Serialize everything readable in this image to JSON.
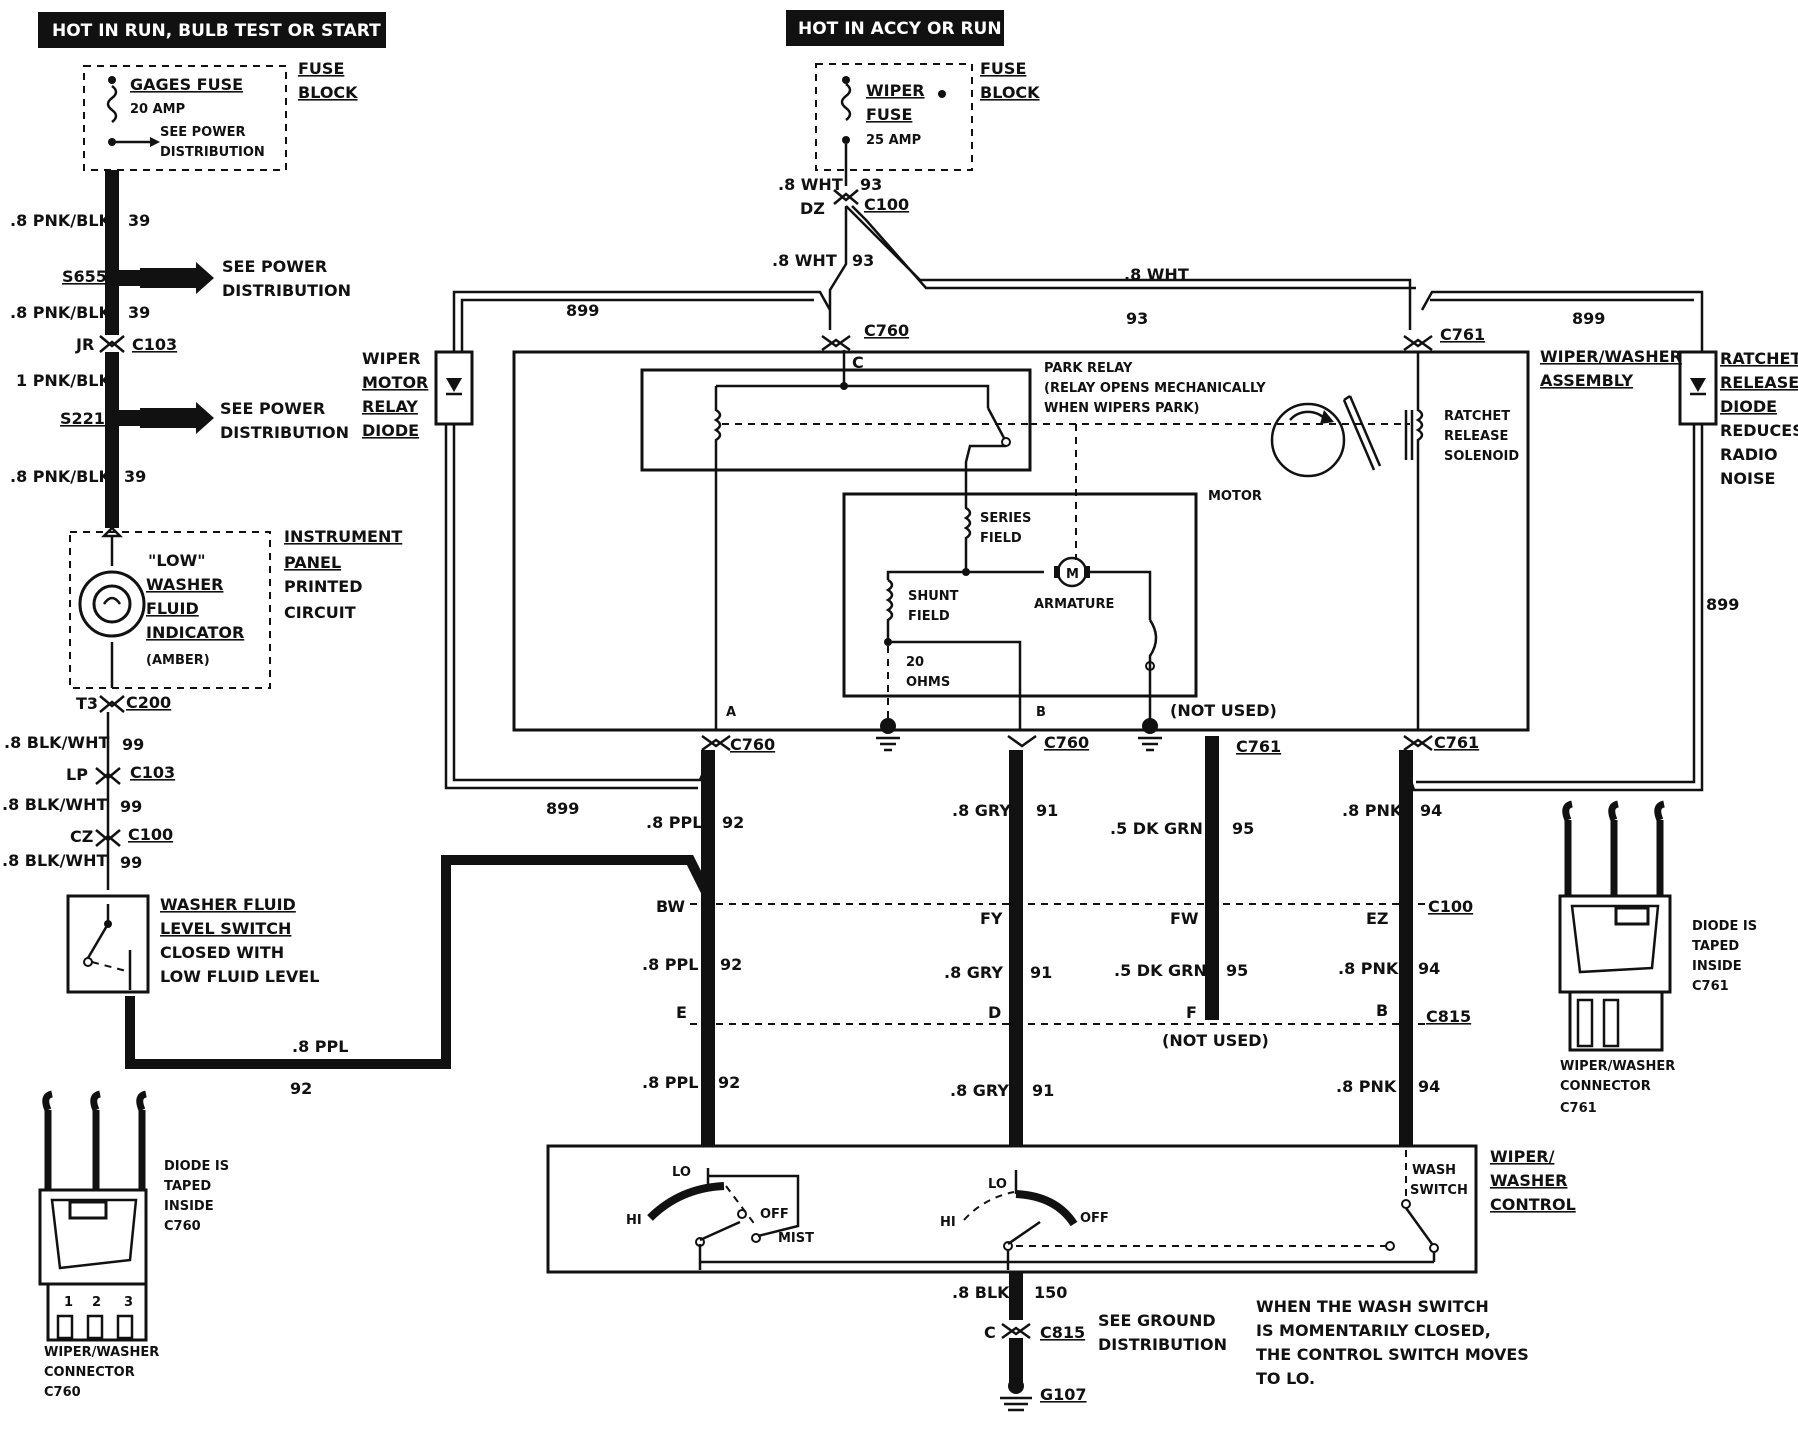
{
  "headers": {
    "left": "HOT IN RUN,   BULB TEST OR START",
    "center": "HOT IN ACCY OR RUN"
  },
  "gages_fuse": {
    "name": "GAGES FUSE",
    "rating": "20 AMP",
    "note_line1": "SEE POWER",
    "note_line2": "DISTRIBUTION",
    "block_line1": "FUSE",
    "block_line2": "BLOCK"
  },
  "wiper_fuse": {
    "name_line1": "WIPER",
    "name_line2": "FUSE",
    "rating": "25 AMP",
    "block_line1": "FUSE",
    "block_line2": "BLOCK"
  },
  "left_circuit": {
    "wire1": ".8 PNK/BLK",
    "num1": "39",
    "s655": "S655",
    "see_power_a1": "SEE POWER",
    "see_power_a2": "DISTRIBUTION",
    "wire2": ".8 PNK/BLK",
    "num2": "39",
    "jr": "JR",
    "c103a": "C103",
    "wire3": "1 PNK/BLK",
    "s221": "S221",
    "see_power_b1": "SEE POWER",
    "see_power_b2": "DISTRIBUTION",
    "wire4": ".8 PNK/BLK",
    "num4": "39",
    "ip_line1": "INSTRUMENT",
    "ip_line2": "PANEL",
    "ip_line3": "PRINTED",
    "ip_line4": "CIRCUIT",
    "ind_line1": "\"LOW\"",
    "ind_line2": "WASHER",
    "ind_line3": "FLUID",
    "ind_line4": "INDICATOR",
    "ind_line5": "(AMBER)",
    "t3": "T3",
    "c200": "C200",
    "wire5": ".8 BLK/WHT",
    "num5": "99",
    "lp": "LP",
    "c103b": "C103",
    "wire6": ".8 BLK/WHT",
    "num6": "99",
    "cz": "CZ",
    "c100": "C100",
    "wire7": ".8 BLK/WHT",
    "num7": "99",
    "sw_line1": "WASHER FLUID",
    "sw_line2": "LEVEL SWITCH",
    "sw_line3": "CLOSED WITH",
    "sw_line4": "LOW FLUID LEVEL",
    "ppl_wire": ".8 PPL",
    "ppl_num": "92"
  },
  "top_center": {
    "wht1": ".8 WHT",
    "n93a": "93",
    "dz": "DZ",
    "c100": "C100",
    "wht2": ".8 WHT",
    "n93b": "93",
    "wht3": ".8 WHT",
    "n93c": "93",
    "n899a": "899",
    "n899b": "899",
    "n899c": "899",
    "n899d": "899",
    "c760": "C760",
    "c761": "C761"
  },
  "motor_assembly": {
    "relay_diode_line1": "WIPER",
    "relay_diode_line2": "MOTOR",
    "relay_diode_line3": "RELAY",
    "relay_diode_line4": "DIODE",
    "park_relay_line1": "PARK RELAY",
    "park_relay_line2": "(RELAY OPENS MECHANICALLY",
    "park_relay_line3": "WHEN WIPERS PARK)",
    "c_pin": "C",
    "ratchet_line1": "RATCHET",
    "ratchet_line2": "RELEASE",
    "ratchet_line3": "SOLENOID",
    "motor": "MOTOR",
    "series_line1": "SERIES",
    "series_line2": "FIELD",
    "shunt_line1": "SHUNT",
    "shunt_line2": "FIELD",
    "armature": "ARMATURE",
    "m": "M",
    "ohms_line1": "20",
    "ohms_line2": "OHMS",
    "pin_a": "A",
    "pin_b": "B",
    "not_used": "(NOT USED)",
    "assembly_line1": "WIPER/WASHER",
    "assembly_line2": "ASSEMBLY",
    "rrd_line1": "RATCHET",
    "rrd_line2": "RELEASE",
    "rrd_line3": "DIODE",
    "rrd_line4": "REDUCES",
    "rrd_line5": "RADIO",
    "rrd_line6": "NOISE"
  },
  "wires": {
    "c760a": "C760",
    "c760b": "C760",
    "c761a": "C761",
    "c761b": "C761",
    "ppl1": ".8 PPL",
    "n92a": "92",
    "gry1": ".8 GRY",
    "n91a": "91",
    "grn1": ".5 DK GRN",
    "n95a": "95",
    "pnk1": ".8 PNK",
    "n94a": "94",
    "bw": "BW",
    "fy": "FY",
    "fw": "FW",
    "ez": "EZ",
    "c100": "C100",
    "ppl2": ".8 PPL",
    "n92b": "92",
    "gry2": ".8 GRY",
    "n91b": "91",
    "grn2": ".5 DK GRN",
    "n95b": "95",
    "pnk2": ".8 PNK",
    "n94b": "94",
    "e": "E",
    "d": "D",
    "f": "F",
    "b": "B",
    "c815": "C815",
    "not_used": "(NOT USED)",
    "ppl3": ".8 PPL",
    "n92c": "92",
    "gry3": ".8 GRY",
    "n91c": "91",
    "pnk3": ".8 PNK",
    "n94c": "94"
  },
  "control": {
    "lo1": "LO",
    "hi1": "HI",
    "off1": "OFF",
    "mist": "MIST",
    "lo2": "LO",
    "hi2": "HI",
    "off2": "OFF",
    "wash_line1": "WASH",
    "wash_line2": "SWITCH",
    "title_line1": "WIPER/",
    "title_line2": "WASHER",
    "title_line3": "CONTROL"
  },
  "ground": {
    "blk": ".8 BLK",
    "n150": "150",
    "c": "C",
    "c815": "C815",
    "see_line1": "SEE GROUND",
    "see_line2": "DISTRIBUTION",
    "g107": "G107"
  },
  "note": {
    "line1": "WHEN THE WASH SWITCH",
    "line2": "IS MOMENTARILY CLOSED,",
    "line3": "THE CONTROL SWITCH MOVES",
    "line4": "TO LO."
  },
  "connector_left": {
    "diode_line1": "DIODE IS",
    "diode_line2": "TAPED",
    "diode_line3": "INSIDE",
    "diode_line4": "C760",
    "pin1": "1",
    "pin2": "2",
    "pin3": "3",
    "name_line1": "WIPER/WASHER",
    "name_line2": "CONNECTOR",
    "name_line3": "C760"
  },
  "connector_right": {
    "diode_line1": "DIODE IS",
    "diode_line2": "TAPED",
    "diode_line3": "INSIDE",
    "diode_line4": "C761",
    "name_line1": "WIPER/WASHER",
    "name_line2": "CONNECTOR",
    "name_line3": "C761"
  }
}
